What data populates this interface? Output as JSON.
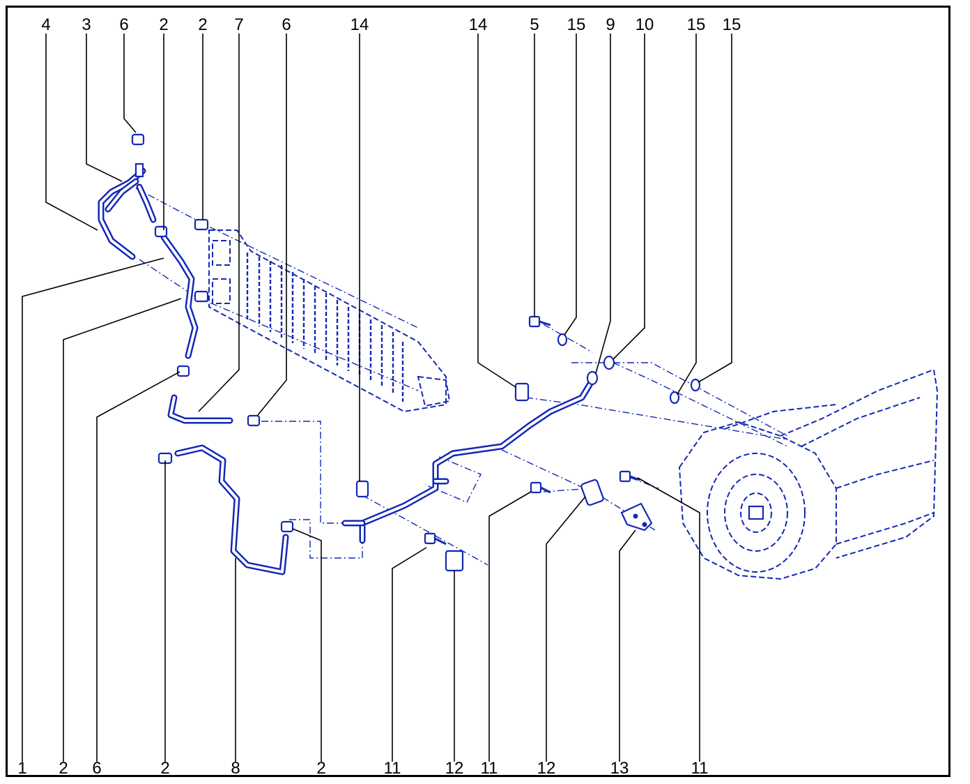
{
  "colors": {
    "frame": "#000000",
    "parts": "#1428b4",
    "background": "#ffffff"
  },
  "callouts_top": [
    "4",
    "3",
    "6",
    "2",
    "2",
    "7",
    "6",
    "14",
    "14",
    "5",
    "15",
    "9",
    "10",
    "15",
    "15"
  ],
  "callouts_bottom": [
    "1",
    "2",
    "6",
    "2",
    "8",
    "2",
    "11",
    "12",
    "11",
    "12",
    "13",
    "11"
  ]
}
